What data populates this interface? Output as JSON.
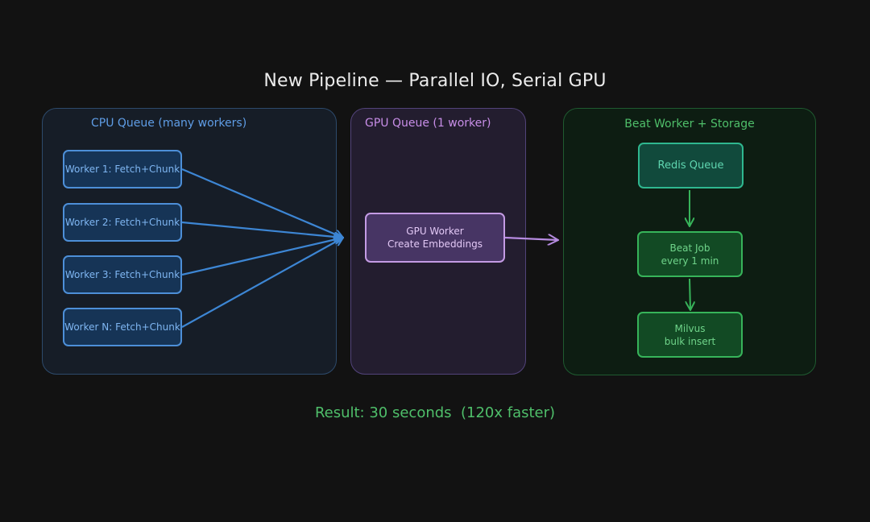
{
  "title": "New Pipeline — Parallel IO, Serial GPU",
  "panels": {
    "cpu": {
      "label": "CPU Queue (many workers)"
    },
    "gpu": {
      "label": "GPU Queue (1 worker)"
    },
    "beat": {
      "label": "Beat Worker + Storage"
    }
  },
  "workers": [
    "Worker 1: Fetch+Chunk",
    "Worker 2: Fetch+Chunk",
    "Worker 3: Fetch+Chunk",
    "Worker N: Fetch+Chunk"
  ],
  "gpu_worker": {
    "line1": "GPU Worker",
    "line2": "Create Embeddings"
  },
  "redis": {
    "label": "Redis Queue"
  },
  "beat_job": {
    "line1": "Beat Job",
    "line2": "every 1 min"
  },
  "milvus": {
    "line1": "Milvus",
    "line2": "bulk insert"
  },
  "result": "Result: 30 seconds  (120x faster)",
  "colors": {
    "cpu_arrow": "#3d86d4",
    "gpu_arrow": "#b68be0",
    "beat_arrow": "#37b45a"
  }
}
